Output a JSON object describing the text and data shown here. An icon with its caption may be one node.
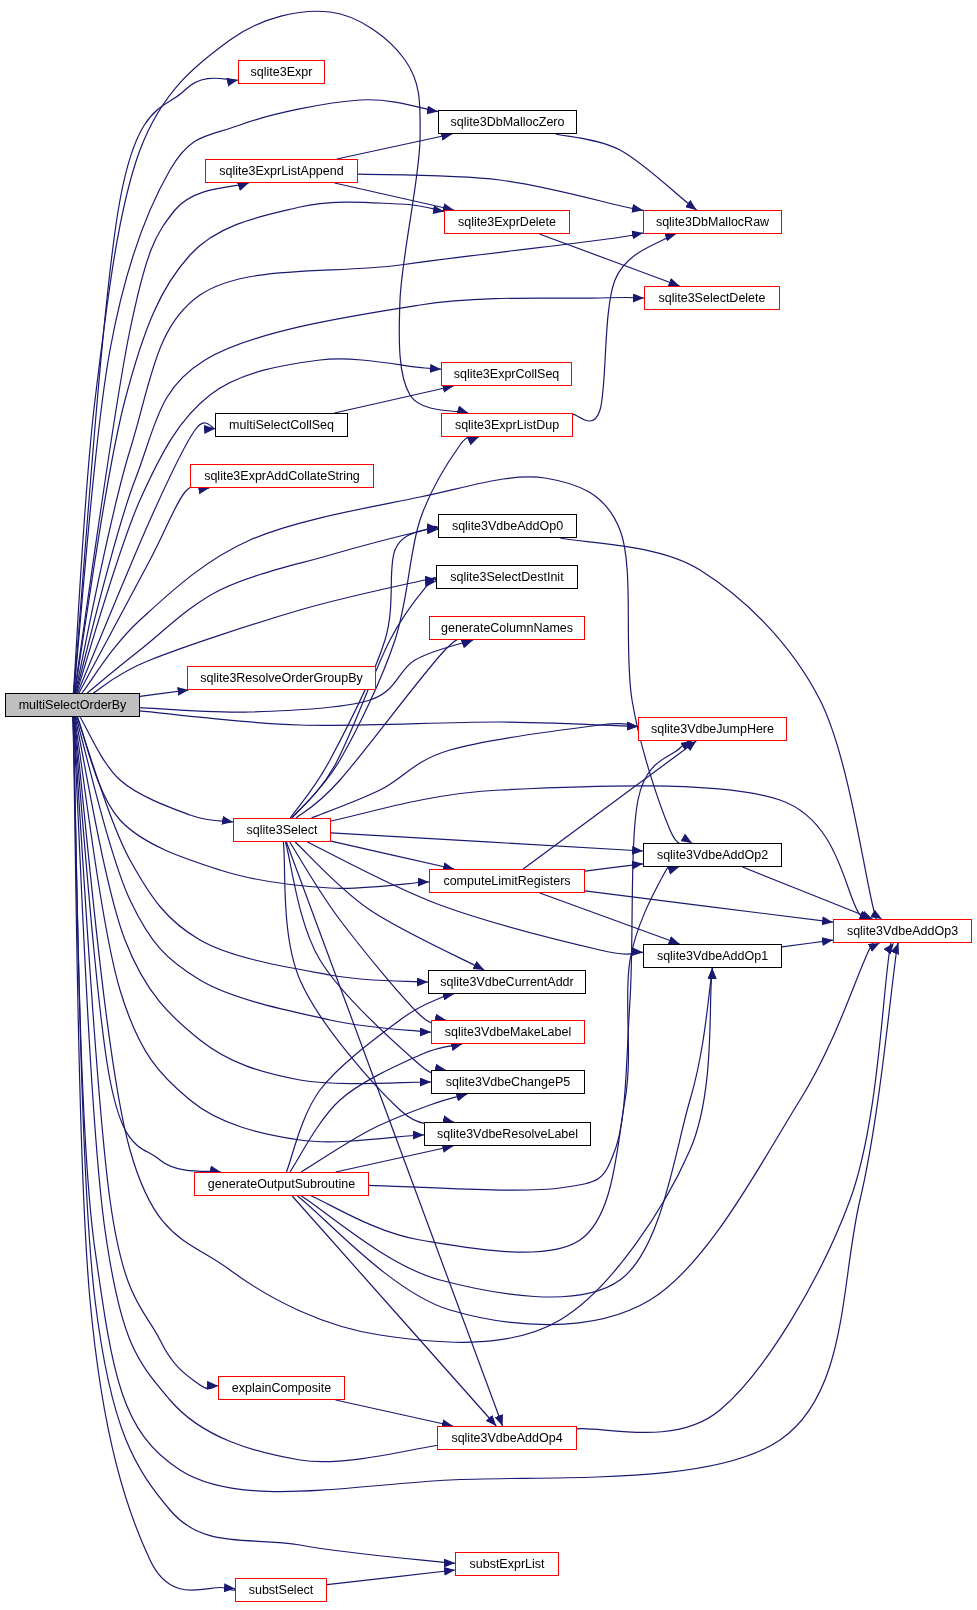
{
  "diagram": {
    "nodes": [
      {
        "text": [
          "multiSelectOrderBy"
        ]
      },
      {
        "text": [
          "sqlite3Expr"
        ]
      },
      {
        "text": [
          "sqlite3DbMallocZero"
        ]
      },
      {
        "text": [
          "sqlite3ExprListAppend"
        ]
      },
      {
        "text": [
          "sqlite3ExprDelete"
        ]
      },
      {
        "text": [
          "sqlite3DbMallocRaw"
        ]
      },
      {
        "text": [
          "sqlite3SelectDelete"
        ]
      },
      {
        "text": [
          "sqlite3ExprCollSeq"
        ]
      },
      {
        "text": [
          "multiSelectCollSeq"
        ]
      },
      {
        "text": [
          "sqlite3ExprListDup"
        ]
      },
      {
        "text": [
          "sqlite3ExprAddCollateString"
        ]
      },
      {
        "text": [
          "sqlite3VdbeAddOp0"
        ]
      },
      {
        "text": [
          "sqlite3SelectDestInit"
        ]
      },
      {
        "text": [
          "generateColumnNames"
        ]
      },
      {
        "text": [
          "sqlite3ResolveOrderGroupBy"
        ]
      },
      {
        "text": [
          "sqlite3VdbeJumpHere"
        ]
      },
      {
        "text": [
          "sqlite3Select"
        ]
      },
      {
        "text": [
          "sqlite3VdbeAddOp2"
        ]
      },
      {
        "text": [
          "computeLimitRegisters"
        ]
      },
      {
        "text": [
          "sqlite3VdbeAddOp3"
        ]
      },
      {
        "text": [
          "sqlite3VdbeAddOp1"
        ]
      },
      {
        "text": [
          "sqlite3VdbeCurrentAddr"
        ]
      },
      {
        "text": [
          "sqlite3VdbeMakeLabel"
        ]
      },
      {
        "text": [
          "sqlite3VdbeChangeP5"
        ]
      },
      {
        "text": [
          "sqlite3VdbeResolveLabel"
        ]
      },
      {
        "text": [
          "generateOutputSubroutine"
        ]
      },
      {
        "text": [
          "explainComposite"
        ]
      },
      {
        "text": [
          "sqlite3VdbeAddOp4"
        ]
      },
      {
        "text": [
          "substExprList"
        ]
      },
      {
        "text": [
          "substSelect"
        ]
      }
    ],
    "edges": [
      {
        "from": 0,
        "to": 1,
        "arrow": "to"
      },
      {
        "from": 0,
        "to": 2,
        "arrow": "to"
      },
      {
        "from": 0,
        "to": 3,
        "arrow": "to"
      },
      {
        "from": 0,
        "to": 4,
        "arrow": "to"
      },
      {
        "from": 0,
        "to": 5,
        "arrow": "to"
      },
      {
        "from": 0,
        "to": 6,
        "arrow": "to"
      },
      {
        "from": 0,
        "to": 7,
        "arrow": "to"
      },
      {
        "from": 0,
        "to": 8,
        "arrow": "to"
      },
      {
        "from": 0,
        "to": 9,
        "arrow": "to"
      },
      {
        "from": 0,
        "to": 10,
        "arrow": "to"
      },
      {
        "from": 0,
        "to": 11,
        "arrow": "to"
      },
      {
        "from": 0,
        "to": 12,
        "arrow": "to"
      },
      {
        "from": 0,
        "to": 13,
        "arrow": "to"
      },
      {
        "from": 0,
        "to": 14,
        "arrow": "to"
      },
      {
        "from": 0,
        "to": 15,
        "arrow": "to"
      },
      {
        "from": 0,
        "to": 16,
        "arrow": "to"
      },
      {
        "from": 0,
        "to": 17,
        "arrow": "to"
      },
      {
        "from": 0,
        "to": 18,
        "arrow": "to"
      },
      {
        "from": 0,
        "to": 19,
        "arrow": "to"
      },
      {
        "from": 0,
        "to": 20,
        "arrow": "to"
      },
      {
        "from": 0,
        "to": 21,
        "arrow": "to"
      },
      {
        "from": 0,
        "to": 22,
        "arrow": "to"
      },
      {
        "from": 0,
        "to": 23,
        "arrow": "to"
      },
      {
        "from": 0,
        "to": 24,
        "arrow": "to"
      },
      {
        "from": 0,
        "to": 25,
        "arrow": "to"
      },
      {
        "from": 0,
        "to": 26,
        "arrow": "to"
      },
      {
        "from": 0,
        "to": 27,
        "arrow": "to"
      },
      {
        "from": 0,
        "to": 28,
        "arrow": "to"
      },
      {
        "from": 0,
        "to": 29,
        "arrow": "to"
      },
      {
        "from": 2,
        "to": 5,
        "arrow": "to"
      },
      {
        "from": 3,
        "to": 2,
        "arrow": "to"
      },
      {
        "from": 3,
        "to": 5,
        "arrow": "to"
      },
      {
        "from": 3,
        "to": 4,
        "arrow": "to"
      },
      {
        "from": 4,
        "to": 6,
        "arrow": "to"
      },
      {
        "from": 8,
        "to": 7,
        "arrow": "to"
      },
      {
        "from": 9,
        "to": 5,
        "arrow": "to"
      },
      {
        "from": 11,
        "to": 19,
        "arrow": "to"
      },
      {
        "from": 16,
        "to": 9,
        "arrow": "to"
      },
      {
        "from": 16,
        "to": 11,
        "arrow": "to"
      },
      {
        "from": 16,
        "to": 12,
        "arrow": "to"
      },
      {
        "from": 16,
        "to": 13,
        "arrow": "to"
      },
      {
        "from": 16,
        "to": 15,
        "arrow": "to"
      },
      {
        "from": 16,
        "to": 19,
        "arrow": "to"
      },
      {
        "from": 16,
        "to": 17,
        "arrow": "to"
      },
      {
        "from": 16,
        "to": 18,
        "arrow": "to"
      },
      {
        "from": 16,
        "to": 20,
        "arrow": "to"
      },
      {
        "from": 16,
        "to": 21,
        "arrow": "to"
      },
      {
        "from": 16,
        "to": 22,
        "arrow": "to"
      },
      {
        "from": 16,
        "to": 23,
        "arrow": "to"
      },
      {
        "from": 16,
        "to": 24,
        "arrow": "to"
      },
      {
        "from": 16,
        "to": 27,
        "arrow": "to"
      },
      {
        "from": 17,
        "to": 19,
        "arrow": "to"
      },
      {
        "from": 18,
        "to": 15,
        "arrow": "to"
      },
      {
        "from": 18,
        "to": 17,
        "arrow": "to"
      },
      {
        "from": 18,
        "to": 19,
        "arrow": "to"
      },
      {
        "from": 18,
        "to": 20,
        "arrow": "to"
      },
      {
        "from": 20,
        "to": 19,
        "arrow": "to"
      },
      {
        "from": 25,
        "to": 21,
        "arrow": "to"
      },
      {
        "from": 25,
        "to": 22,
        "arrow": "to"
      },
      {
        "from": 25,
        "to": 23,
        "arrow": "to"
      },
      {
        "from": 25,
        "to": 24,
        "arrow": "to"
      },
      {
        "from": 25,
        "to": 15,
        "arrow": "to"
      },
      {
        "from": 25,
        "to": 17,
        "arrow": "to"
      },
      {
        "from": 25,
        "to": 20,
        "arrow": "to"
      },
      {
        "from": 25,
        "to": 19,
        "arrow": "to"
      },
      {
        "from": 25,
        "to": 27,
        "arrow": "to"
      },
      {
        "from": 26,
        "to": 27,
        "arrow": "to"
      },
      {
        "from": 27,
        "to": 19,
        "arrow": "to"
      },
      {
        "from": 29,
        "to": 28,
        "arrow": "to"
      }
    ]
  }
}
